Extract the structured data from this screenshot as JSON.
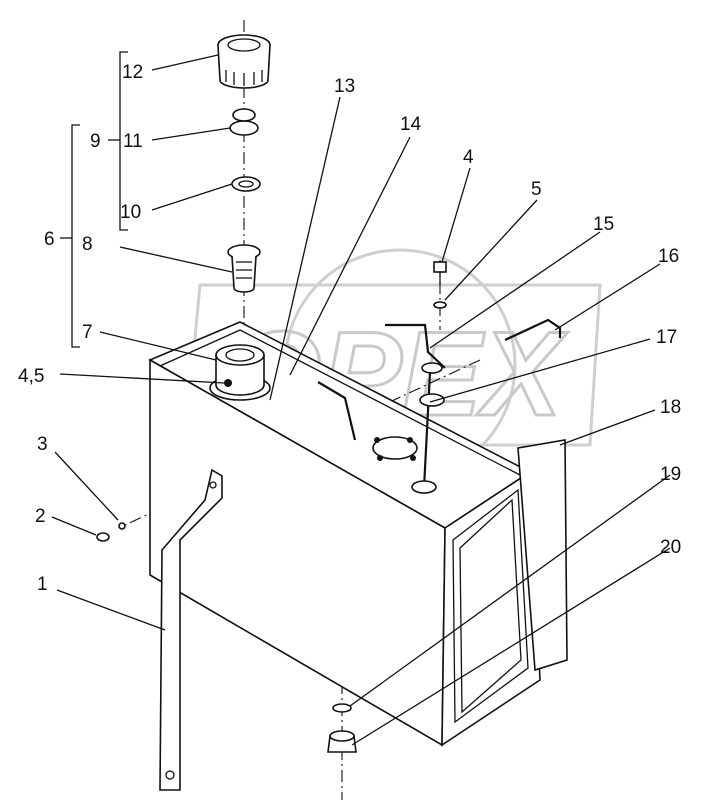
{
  "watermark": {
    "text": "OPEX"
  },
  "labels": {
    "p1": "1",
    "p2": "2",
    "p3": "3",
    "p4": "4",
    "p4_5": "4,5",
    "p5": "5",
    "p6": "6",
    "p7": "7",
    "p8": "8",
    "p9": "9",
    "p10": "10",
    "p11": "11",
    "p12": "12",
    "p13": "13",
    "p14": "14",
    "p15": "15",
    "p16": "16",
    "p17": "17",
    "p18": "18",
    "p19": "19",
    "p20": "20"
  }
}
